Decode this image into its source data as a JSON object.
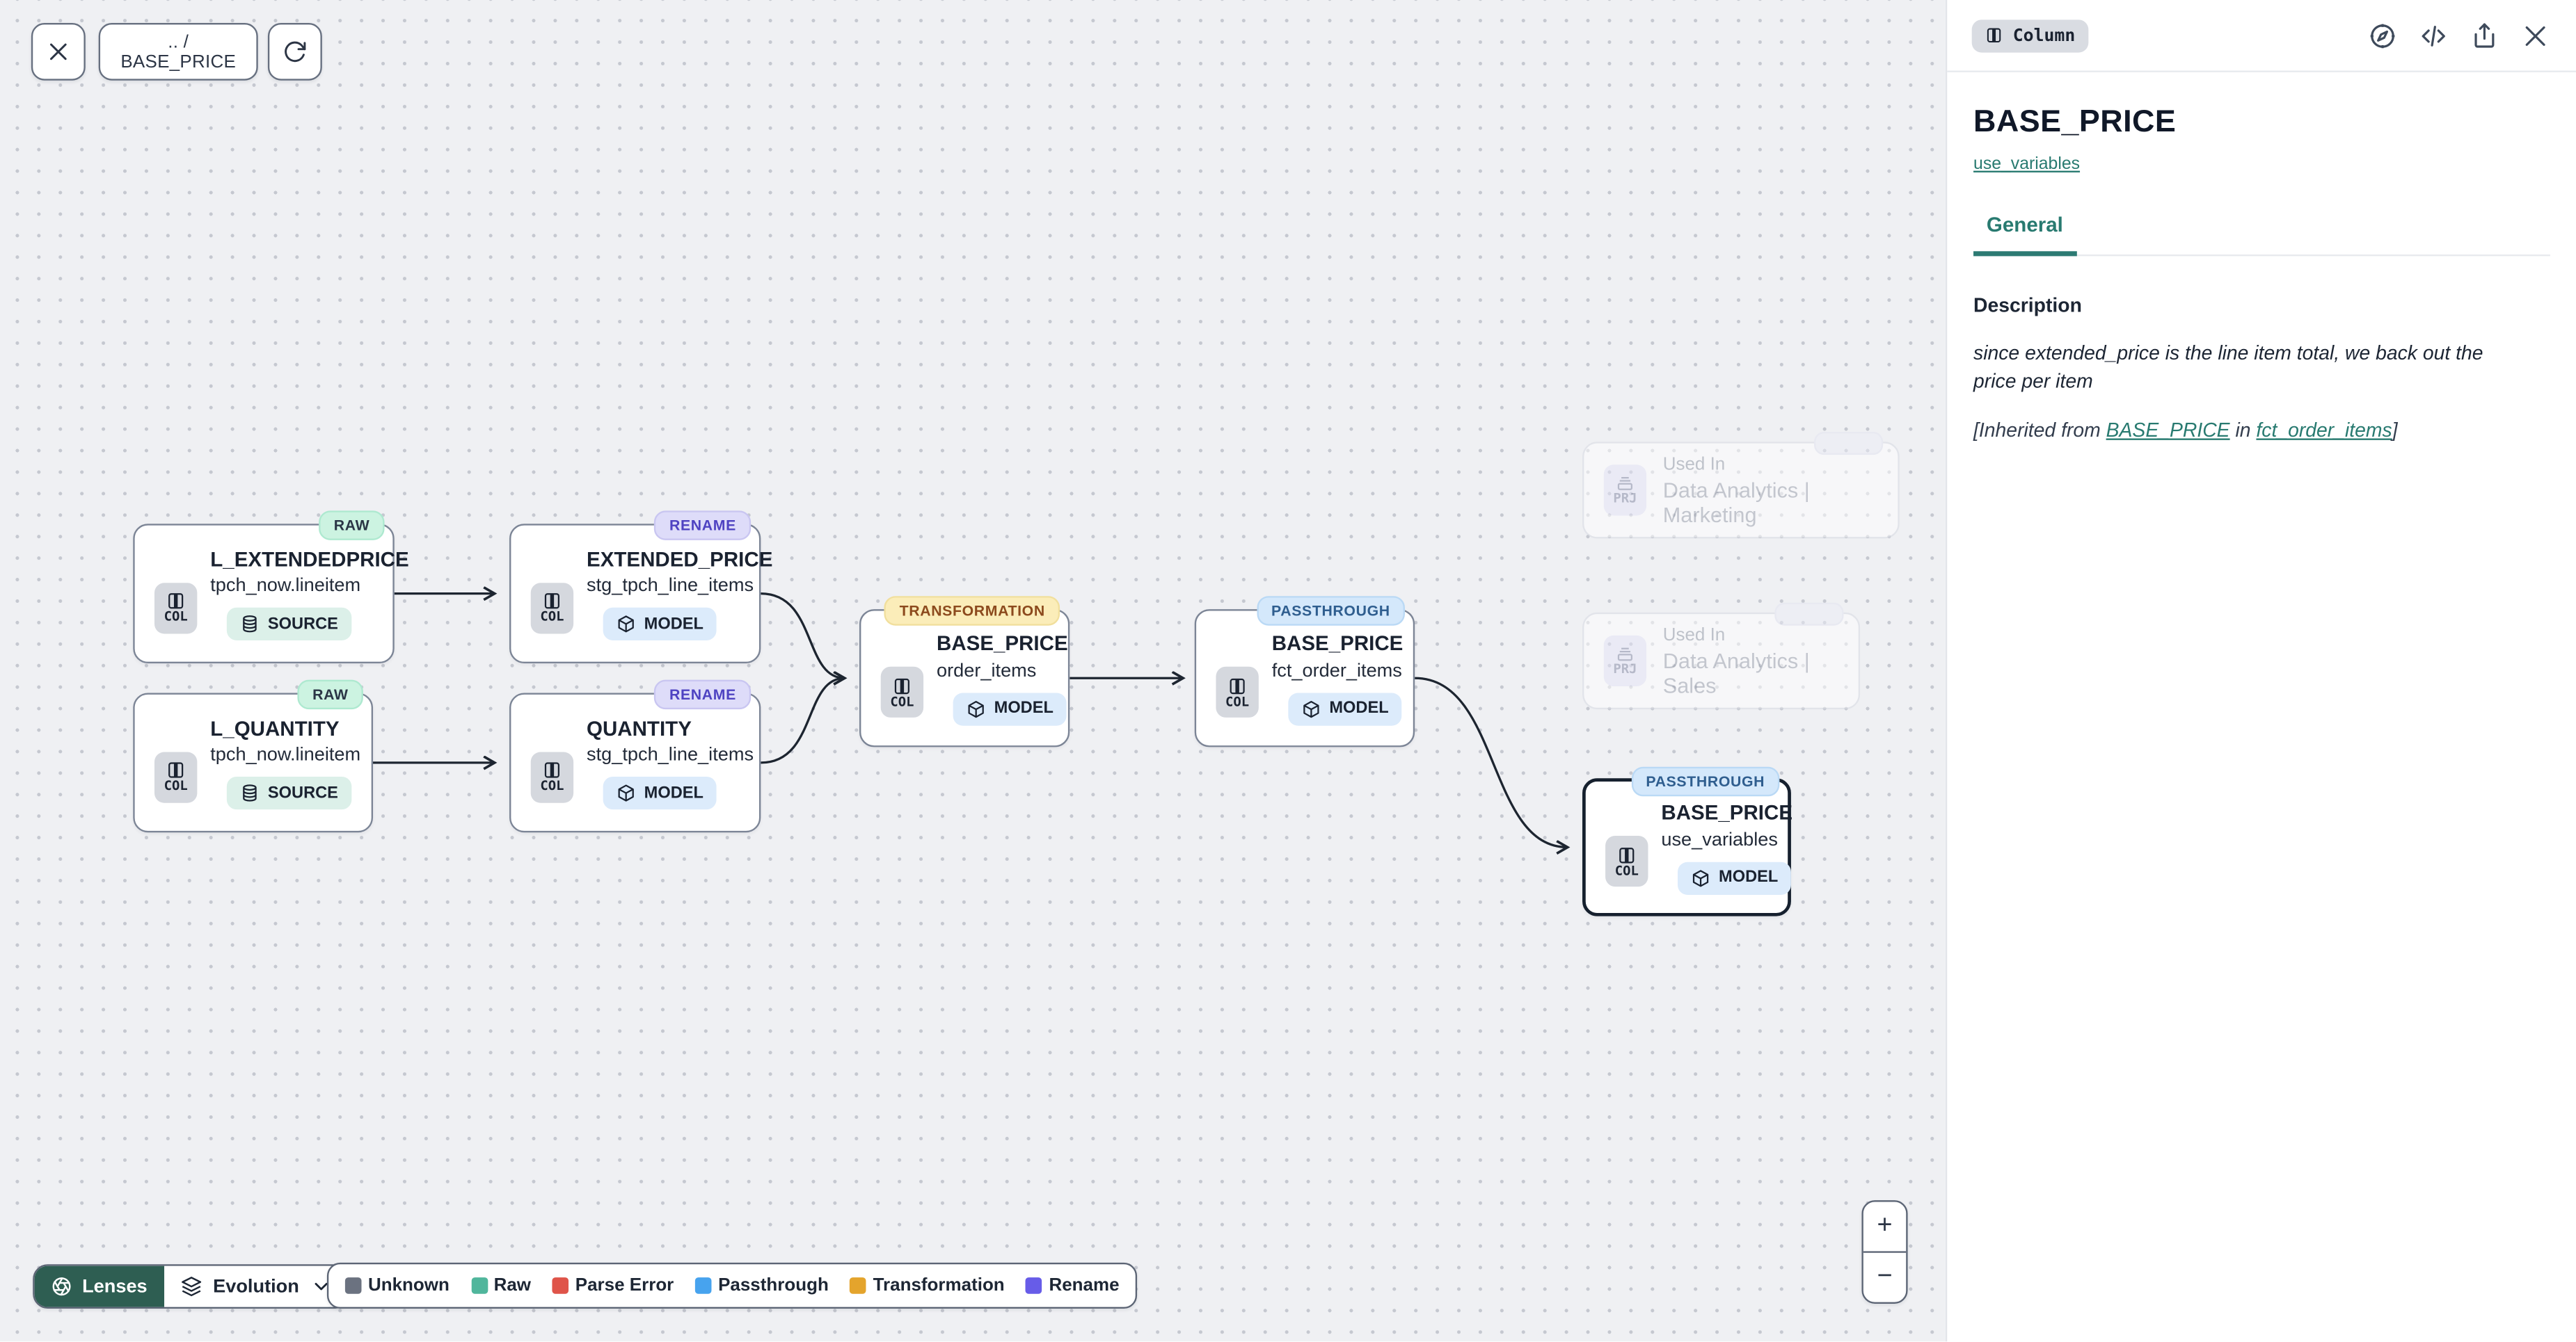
{
  "toolbar": {
    "breadcrumb": ".. / BASE_PRICE"
  },
  "canvas": {
    "nodes": [
      {
        "badge": "RAW",
        "kind": "COL",
        "title": "L_EXTENDEDPRICE",
        "subtitle": "tpch_now.lineitem",
        "chip": "SOURCE"
      },
      {
        "badge": "RENAME",
        "kind": "COL",
        "title": "EXTENDED_PRICE",
        "subtitle": "stg_tpch_line_items",
        "chip": "MODEL"
      },
      {
        "badge": "RAW",
        "kind": "COL",
        "title": "L_QUANTITY",
        "subtitle": "tpch_now.lineitem",
        "chip": "SOURCE"
      },
      {
        "badge": "RENAME",
        "kind": "COL",
        "title": "QUANTITY",
        "subtitle": "stg_tpch_line_items",
        "chip": "MODEL"
      },
      {
        "badge": "TRANSFORMATION",
        "kind": "COL",
        "title": "BASE_PRICE",
        "subtitle": "order_items",
        "chip": "MODEL"
      },
      {
        "badge": "PASSTHROUGH",
        "kind": "COL",
        "title": "BASE_PRICE",
        "subtitle": "fct_order_items",
        "chip": "MODEL"
      },
      {
        "badge": "PASSTHROUGH",
        "kind": "COL",
        "title": "BASE_PRICE",
        "subtitle": "use_variables",
        "chip": "MODEL"
      }
    ],
    "used_in": [
      {
        "kind": "PRJ",
        "label": "Used In",
        "name": "Data Analytics | Marketing"
      },
      {
        "kind": "PRJ",
        "label": "Used In",
        "name": "Data Analytics | Sales"
      }
    ],
    "zoom": {
      "in": "+",
      "out": "−"
    }
  },
  "legend": {
    "lenses_label": "Lenses",
    "lens_selected": "Evolution",
    "items": [
      {
        "label": "Unknown",
        "color": "#6b7280"
      },
      {
        "label": "Raw",
        "color": "#50b69c"
      },
      {
        "label": "Parse Error",
        "color": "#df5449"
      },
      {
        "label": "Passthrough",
        "color": "#47a3ee"
      },
      {
        "label": "Transformation",
        "color": "#e4a42c"
      },
      {
        "label": "Rename",
        "color": "#675ce8"
      }
    ]
  },
  "panel": {
    "type_badge": "Column",
    "title": "BASE_PRICE",
    "model_link": "use_variables",
    "tab_general": "General",
    "description_label": "Description",
    "description_text": "since extended_price is the line item total, we back out the price per item",
    "inherited_prefix": "[Inherited from ",
    "inherited_link_column": "BASE_PRICE",
    "inherited_middle": " in ",
    "inherited_link_model": "fct_order_items",
    "inherited_suffix": "]"
  },
  "icons": {
    "close": "x-glyph",
    "refresh": "circular-arrow",
    "columns": "column-bars",
    "database": "disc-stack",
    "model": "cube",
    "project": "tray-stack",
    "lenses": "aperture",
    "evolution": "layers",
    "chevron_down": "v",
    "compass": "compass-needle",
    "code": "angle-brackets",
    "share": "box-up-arrow"
  },
  "accent_colors": {
    "teal_link": "#287a70",
    "lenses_bg": "#2e5e52",
    "selected_border": "#16202e"
  }
}
